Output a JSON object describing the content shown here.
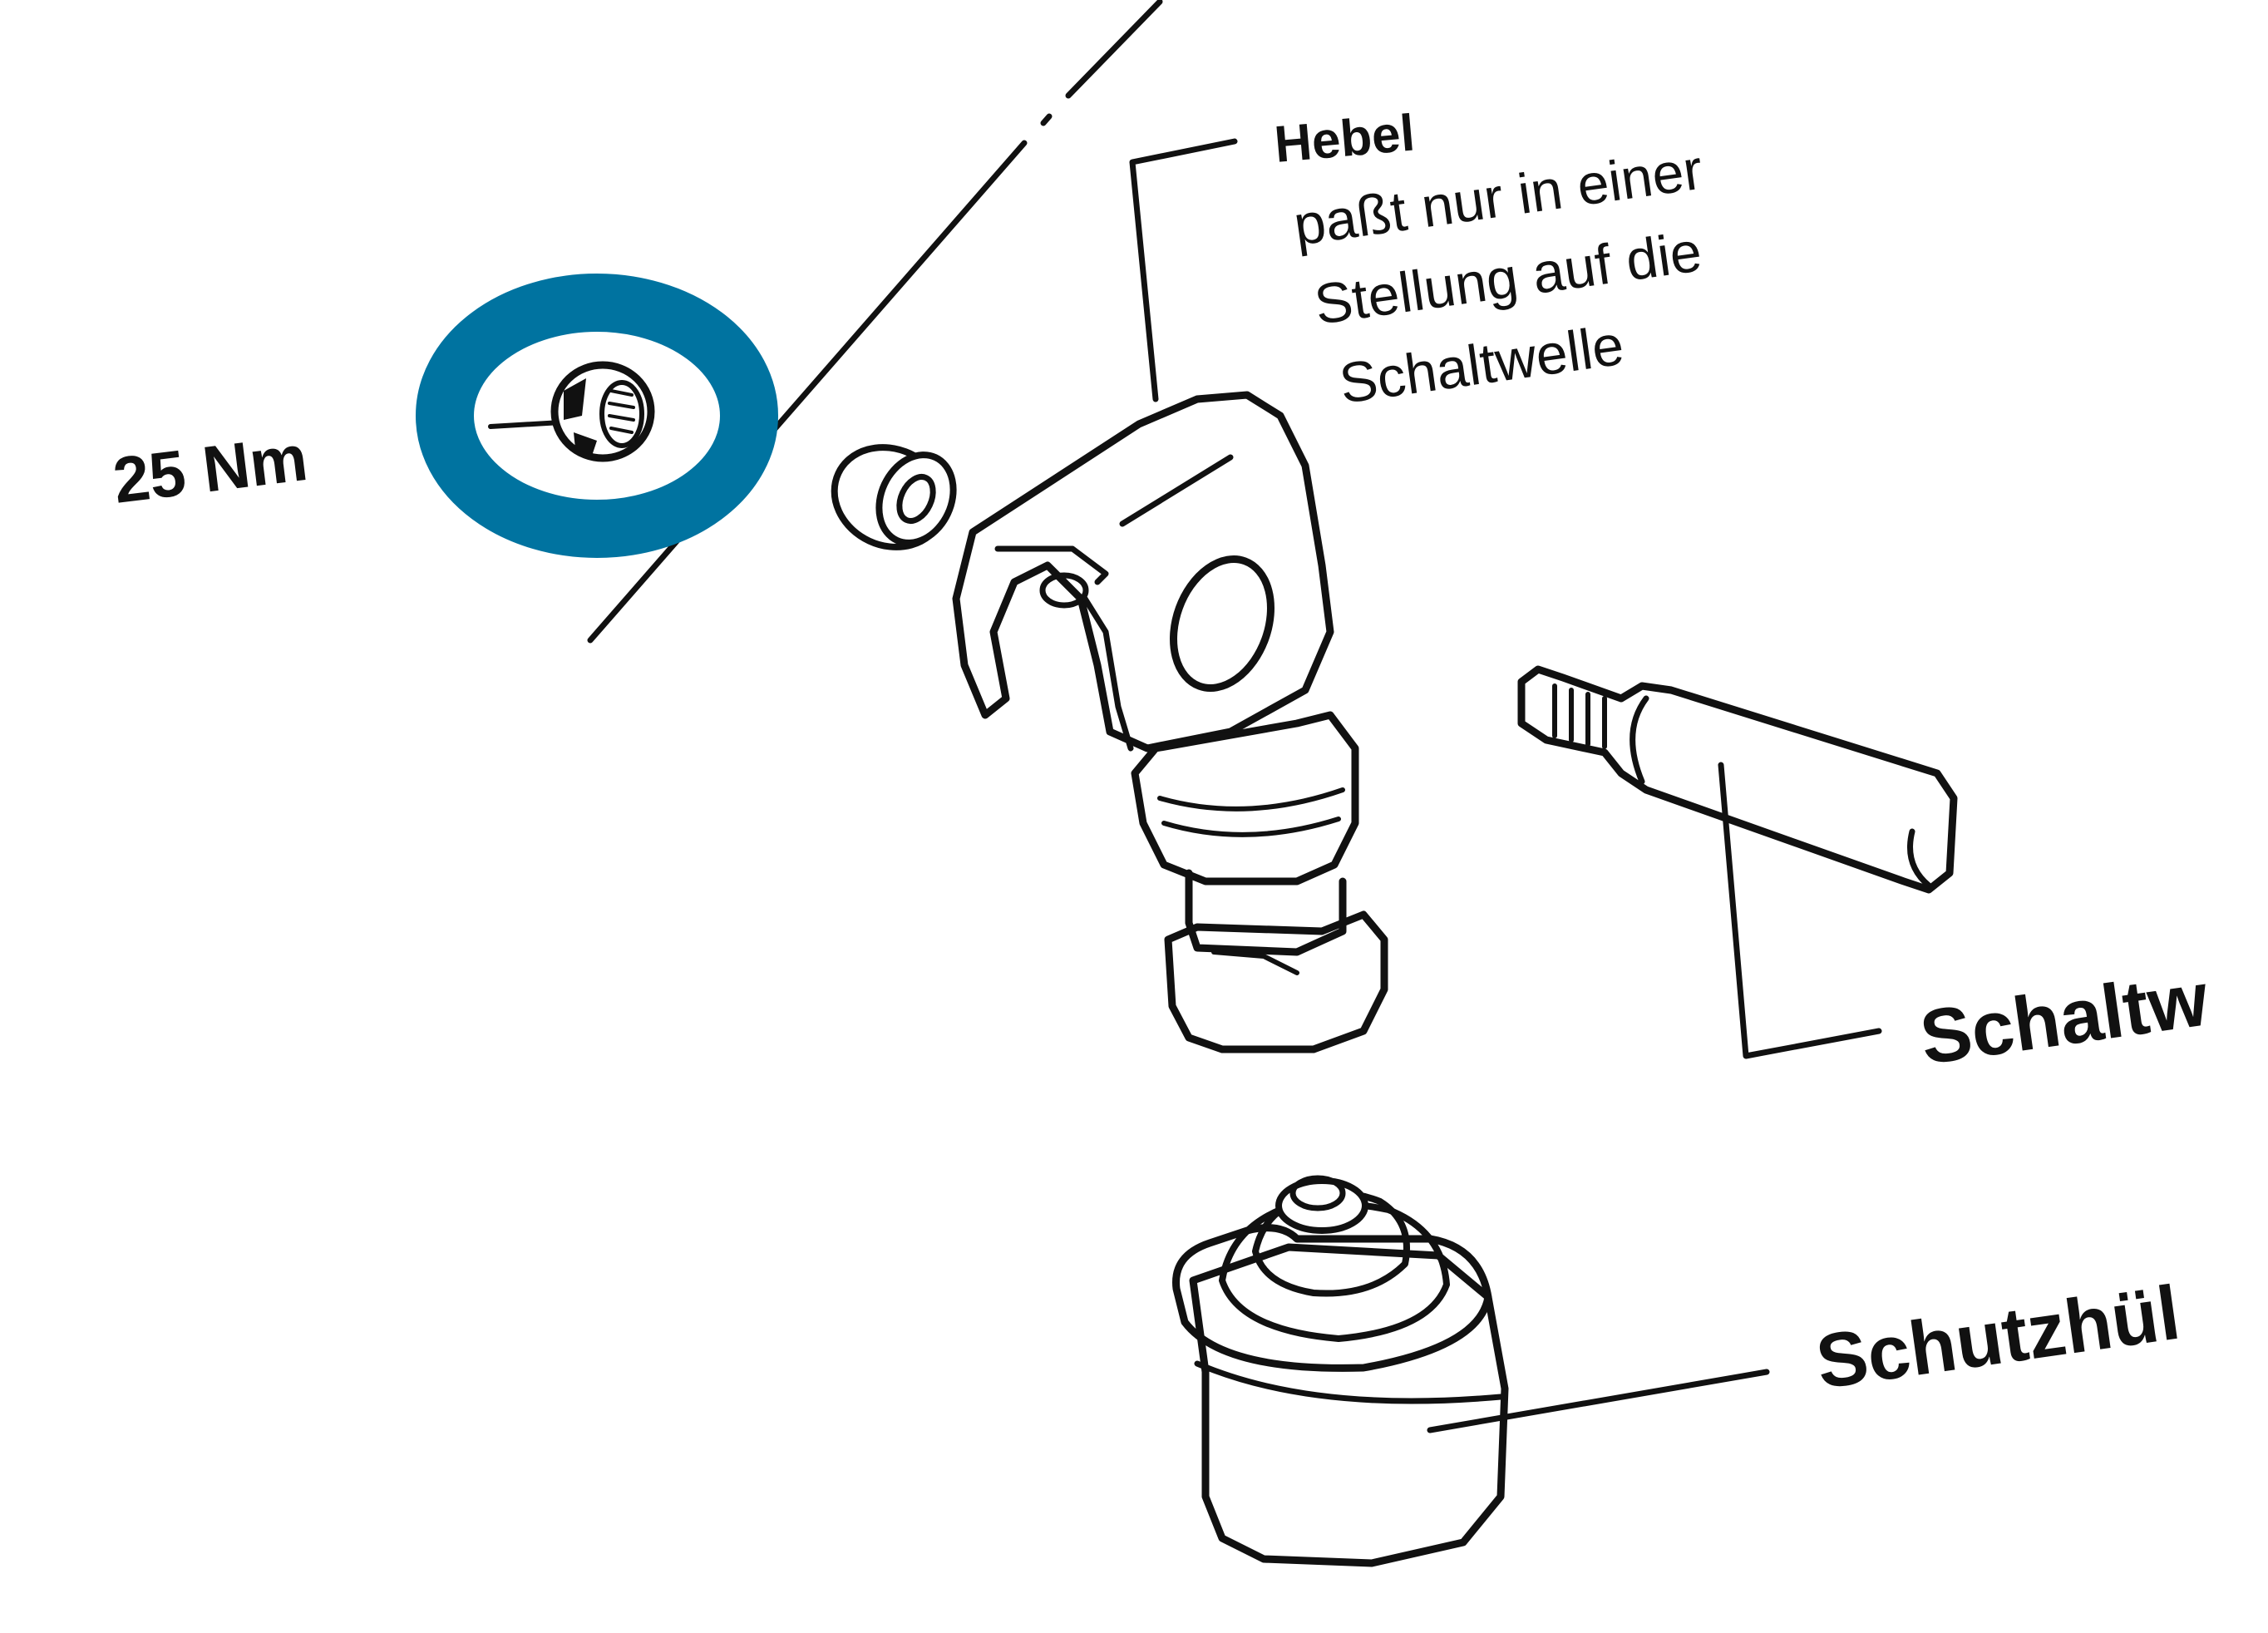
{
  "labels": {
    "torque": "25 Nm",
    "hebel_title": "Hebel",
    "hebel_note": [
      "paßt nur in einer",
      "Stellung auf die",
      "Schaltwelle"
    ],
    "schaltwelle": "Schaltw",
    "schutzhuelle": "Schutzhül"
  },
  "highlight_color": "#0073a0",
  "ink_color": "#111111"
}
